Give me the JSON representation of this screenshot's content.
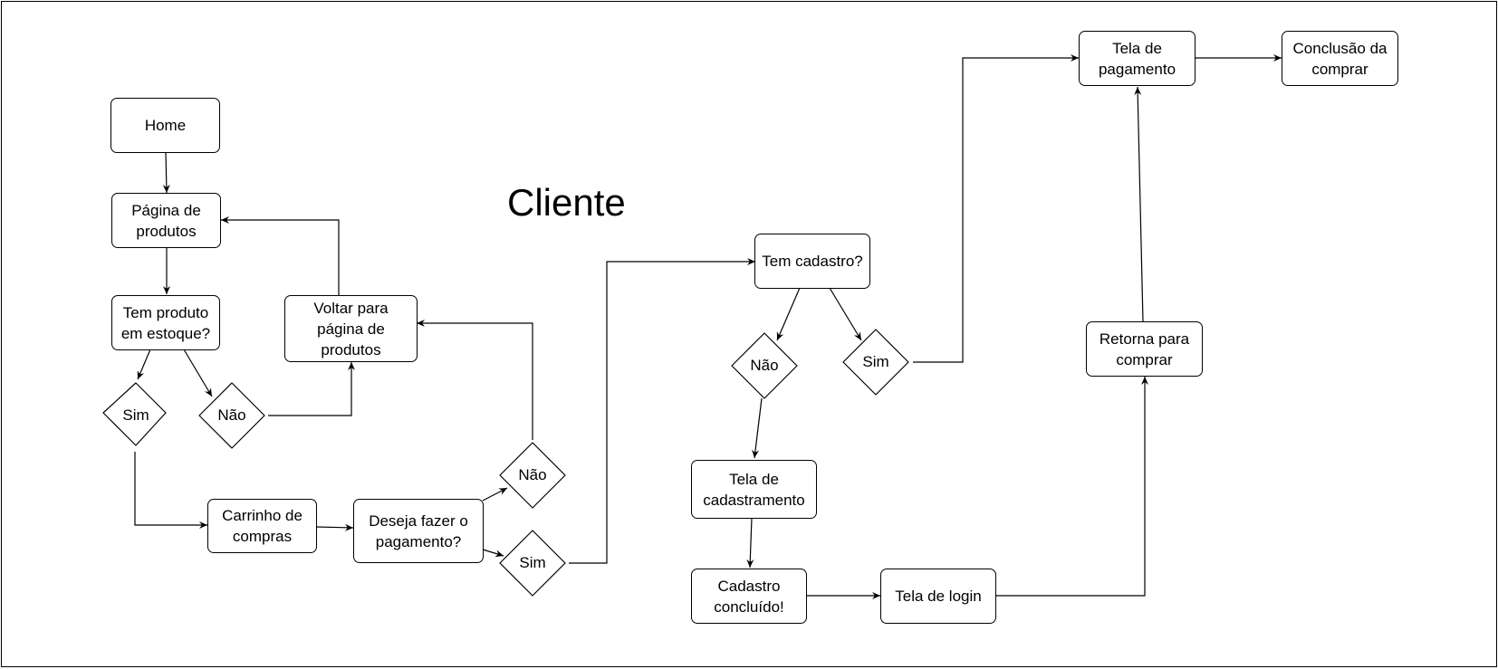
{
  "title": "Cliente",
  "nodes": {
    "home": "Home",
    "pagina_produtos": "Página de\nprodutos",
    "tem_produto": "Tem produto\nem estoque?",
    "voltar": "Voltar para\npágina de\nprodutos",
    "carrinho": "Carrinho de\ncompras",
    "deseja_pagamento": "Deseja fazer o\npagamento?",
    "tem_cadastro": "Tem cadastro?",
    "tela_cadastramento": "Tela de\ncadastramento",
    "cadastro_concluido": "Cadastro\nconcluído!",
    "tela_login": "Tela de login",
    "retorna_comprar": "Retorna para\ncomprar",
    "tela_pagamento": "Tela de\npagamento",
    "conclusao": "Conclusão da\ncomprar"
  },
  "decisions": {
    "estoque_sim": "Sim",
    "estoque_nao": "Não",
    "pagamento_nao": "Não",
    "pagamento_sim": "Sim",
    "cadastro_nao": "Não",
    "cadastro_sim": "Sim"
  }
}
